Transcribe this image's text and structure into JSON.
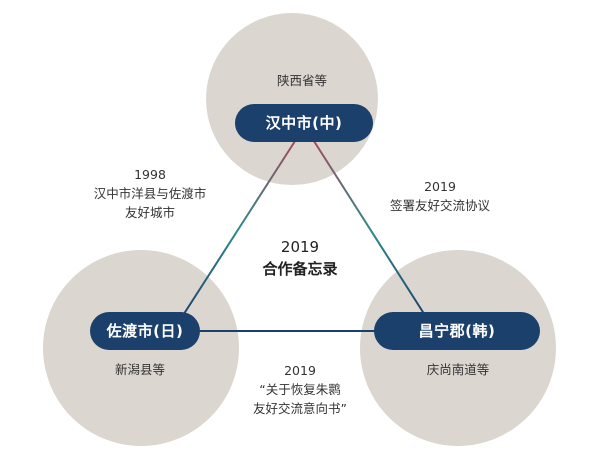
{
  "center": {
    "year": "2019",
    "title": "合作备忘录"
  },
  "nodes": {
    "hanzhong": {
      "label": "汉中市(中)",
      "region": "陕西省等"
    },
    "sado": {
      "label": "佐渡市(日)",
      "region": "新潟县等"
    },
    "changning": {
      "label": "昌宁郡(韩)",
      "region": "庆尚南道等"
    }
  },
  "edges": {
    "left": {
      "year": "1998",
      "lines": [
        "汉中市洋县与佐渡市",
        "友好城市"
      ]
    },
    "right": {
      "year": "2019",
      "lines": [
        "签署友好交流协议"
      ]
    },
    "bottom": {
      "year": "2019",
      "lines": [
        "“关于恢复朱鹮",
        "友好交流意向书”"
      ]
    }
  },
  "colors": {
    "circle_fill": "#dcd6d0",
    "pill_fill": "#1b406b",
    "line_blue": "#1b406b",
    "line_red": "#a5485c",
    "line_teal": "#2f8a8a"
  }
}
